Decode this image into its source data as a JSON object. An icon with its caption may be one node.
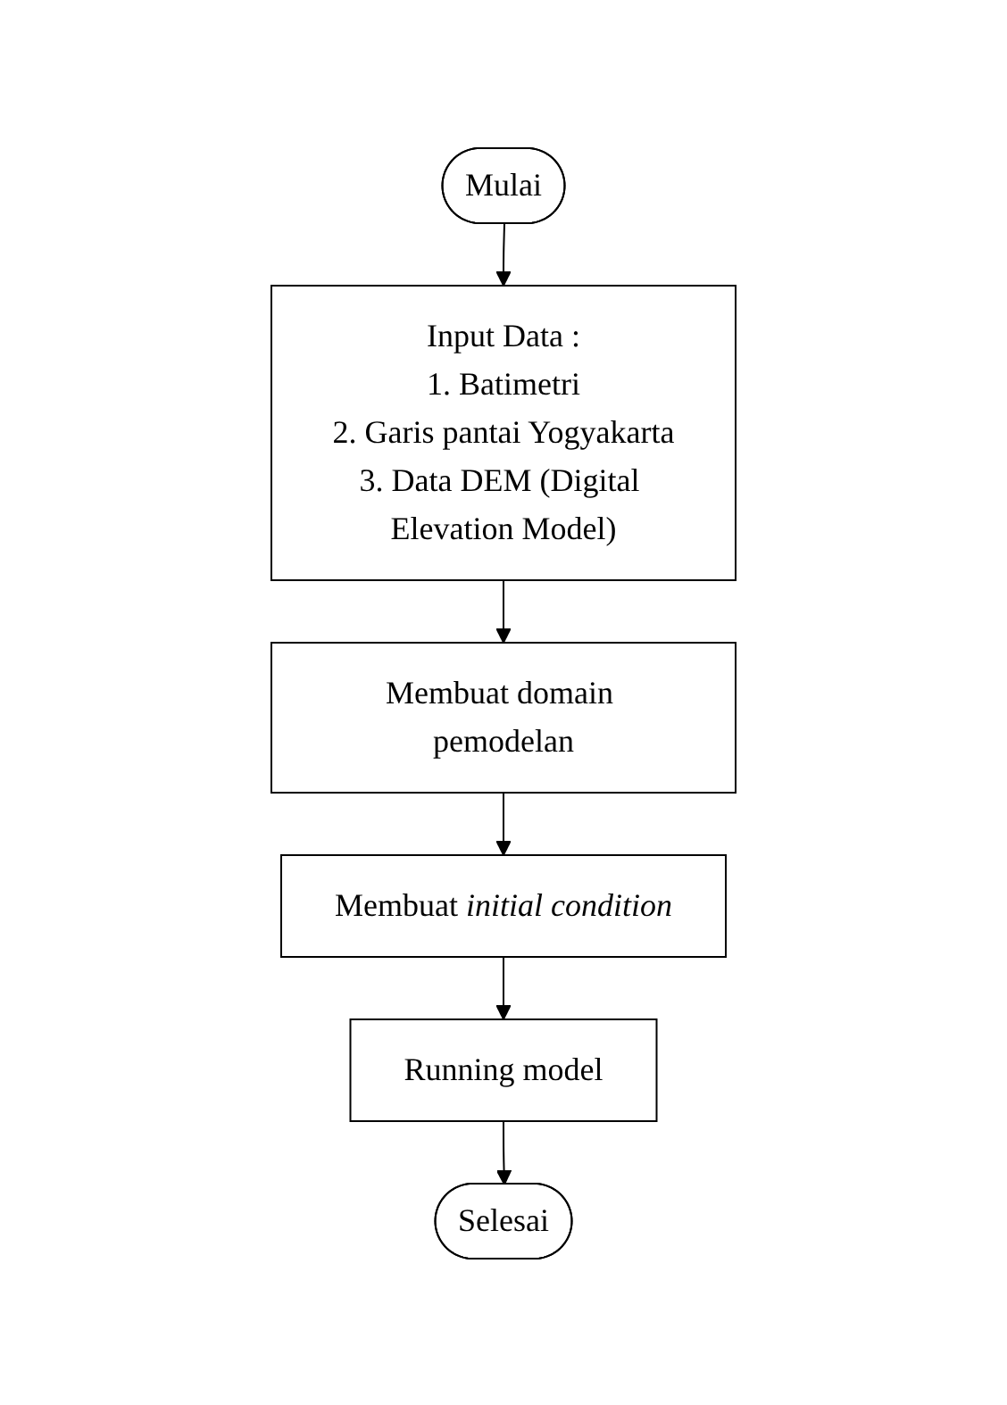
{
  "diagram": {
    "nodes": [
      {
        "text": [
          "Mulai"
        ]
      },
      {
        "text": [
          "Input Data :",
          "1. Batimetri",
          "2. Garis pantai Yogyakarta",
          "3. Data DEM (Digital Elevation Model)"
        ]
      },
      {
        "text": [
          "Membuat domain pemodelan"
        ]
      },
      {
        "text": [
          "Membuat *initial condition*"
        ]
      },
      {
        "text": [
          "Running model"
        ]
      },
      {
        "text": [
          "Selesai"
        ]
      }
    ],
    "edges": [
      {
        "from": 0,
        "to": 1,
        "arrow": "to"
      },
      {
        "from": 1,
        "to": 2,
        "arrow": "to"
      },
      {
        "from": 2,
        "to": 3,
        "arrow": "to"
      },
      {
        "from": 3,
        "to": 4,
        "arrow": "to"
      },
      {
        "from": 4,
        "to": 5,
        "arrow": "to"
      }
    ]
  }
}
